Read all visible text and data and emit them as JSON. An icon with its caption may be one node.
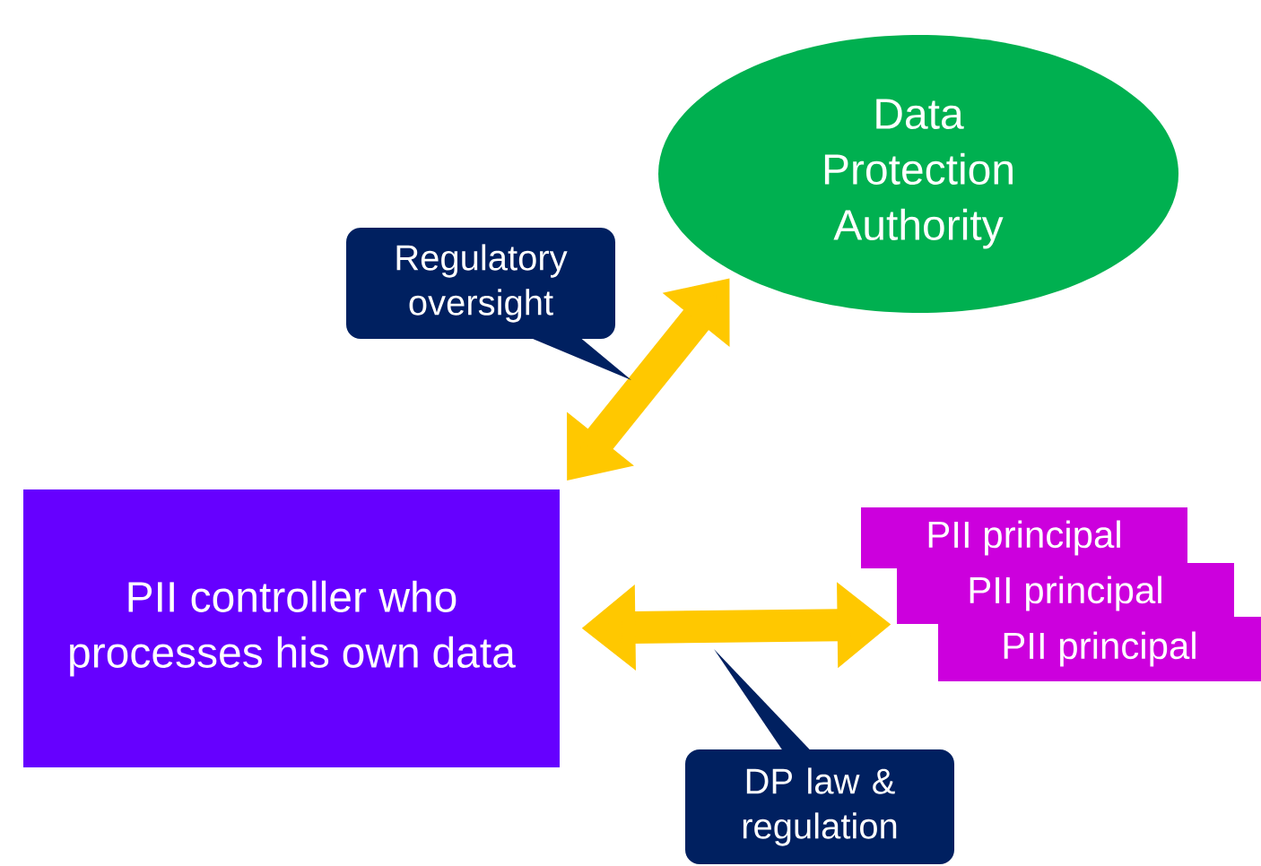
{
  "diagram": {
    "nodes": [
      {
        "text": [
          "Data Protection Authority"
        ]
      },
      {
        "text": [
          "PII controller who processes his own data"
        ]
      },
      {
        "text": [
          "PII principal"
        ]
      },
      {
        "text": [
          "PII principal"
        ]
      },
      {
        "text": [
          "PII principal"
        ]
      }
    ],
    "edges": [
      {
        "from": 1,
        "to": 0,
        "arrow": "both",
        "label": "Regulatory oversight"
      },
      {
        "from": 1,
        "to": 3,
        "arrow": "both",
        "label": "DP law & regulation"
      }
    ]
  }
}
